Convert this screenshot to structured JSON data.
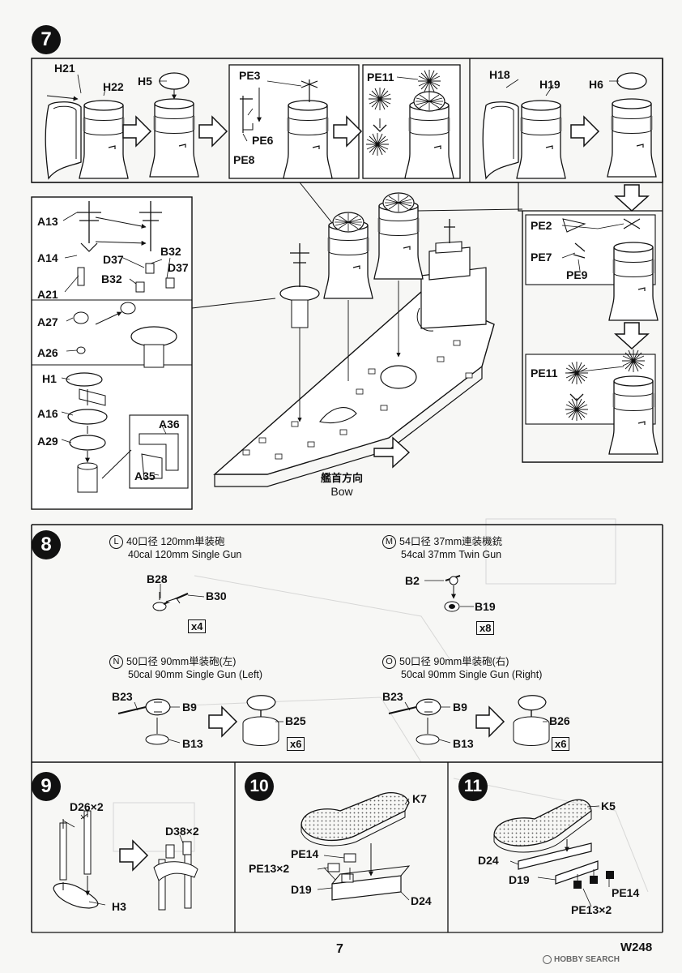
{
  "steps": {
    "s7": {
      "number": "7",
      "labels": {
        "h21": "H21",
        "h22": "H22",
        "h5": "H5",
        "pe3": "PE3",
        "pe6": "PE6",
        "pe8": "PE8",
        "pe11a": "PE11",
        "h18": "H18",
        "h19": "H19",
        "h6": "H6",
        "pe2": "PE2",
        "pe7": "PE7",
        "pe9": "PE9",
        "pe11b": "PE11",
        "a13": "A13",
        "a14": "A14",
        "a21": "A21",
        "d37a": "D37",
        "b32a": "B32",
        "b32b": "B32",
        "d37b": "D37",
        "a27": "A27",
        "a26": "A26",
        "h1": "H1",
        "a16": "A16",
        "a29": "A29",
        "a36": "A36",
        "a35": "A35"
      },
      "bow_jp": "艦首方向",
      "bow_en": "Bow"
    },
    "s8": {
      "number": "8",
      "L": {
        "letter": "L",
        "jp": "40口径 120mm単装砲",
        "en": "40cal 120mm Single Gun",
        "p1": "B28",
        "p2": "B30",
        "qty": "x4"
      },
      "M": {
        "letter": "M",
        "jp": "54口径 37mm連装機銃",
        "en": "54cal 37mm Twin Gun",
        "p1": "B2",
        "p2": "B19",
        "qty": "x8"
      },
      "N": {
        "letter": "N",
        "jp": "50口径 90mm単装砲(左)",
        "en": "50cal 90mm Single Gun (Left)",
        "p1": "B23",
        "p2": "B9",
        "p3": "B13",
        "p4": "B25",
        "qty": "x6"
      },
      "O": {
        "letter": "O",
        "jp": "50口径 90mm単装砲(右)",
        "en": "50cal 90mm Single Gun (Right)",
        "p1": "B23",
        "p2": "B9",
        "p3": "B13",
        "p4": "B26",
        "qty": "x6"
      }
    },
    "s9": {
      "number": "9",
      "d26": "D26×2",
      "d38": "D38×2",
      "h3": "H3"
    },
    "s10": {
      "number": "10",
      "k7": "K7",
      "pe14": "PE14",
      "pe13": "PE13×2",
      "d19": "D19",
      "d24": "D24"
    },
    "s11": {
      "number": "11",
      "k5": "K5",
      "d24": "D24",
      "d19": "D19",
      "pe14": "PE14",
      "pe13": "PE13×2"
    }
  },
  "footer": {
    "page": "7",
    "code": "W248",
    "watermark": "HOBBY SEARCH"
  },
  "colors": {
    "ink": "#111111",
    "paper": "#f7f7f5",
    "hull": "#ffffff",
    "ghost": "#c9c9c9"
  }
}
